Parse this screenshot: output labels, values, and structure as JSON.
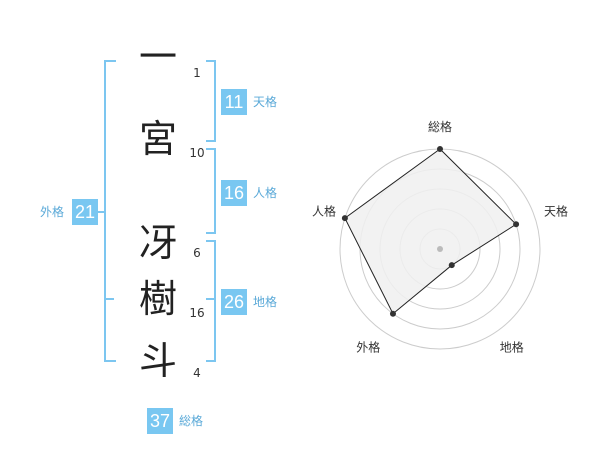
{
  "name": {
    "characters": [
      {
        "char": "一",
        "strokes": "1"
      },
      {
        "char": "宮",
        "strokes": "10"
      },
      {
        "char": "冴",
        "strokes": "6"
      },
      {
        "char": "樹",
        "strokes": "16"
      },
      {
        "char": "斗",
        "strokes": "4"
      }
    ]
  },
  "fortunes": {
    "ten": {
      "value": "11",
      "label": "天格"
    },
    "jin": {
      "value": "16",
      "label": "人格"
    },
    "chi": {
      "value": "26",
      "label": "地格"
    },
    "gai": {
      "value": "21",
      "label": "外格"
    },
    "sou": {
      "value": "37",
      "label": "総格"
    }
  },
  "chart_data": {
    "type": "radar",
    "axes": [
      "総格",
      "天格",
      "地格",
      "外格",
      "人格"
    ],
    "values": [
      5,
      4,
      1,
      4,
      5
    ],
    "max": 5,
    "rings": 5,
    "colors": {
      "fill": "#f0f0f0",
      "stroke": "#222222",
      "rings": "#cccccc",
      "points": "#333333",
      "center": "#bbbbbb"
    }
  }
}
